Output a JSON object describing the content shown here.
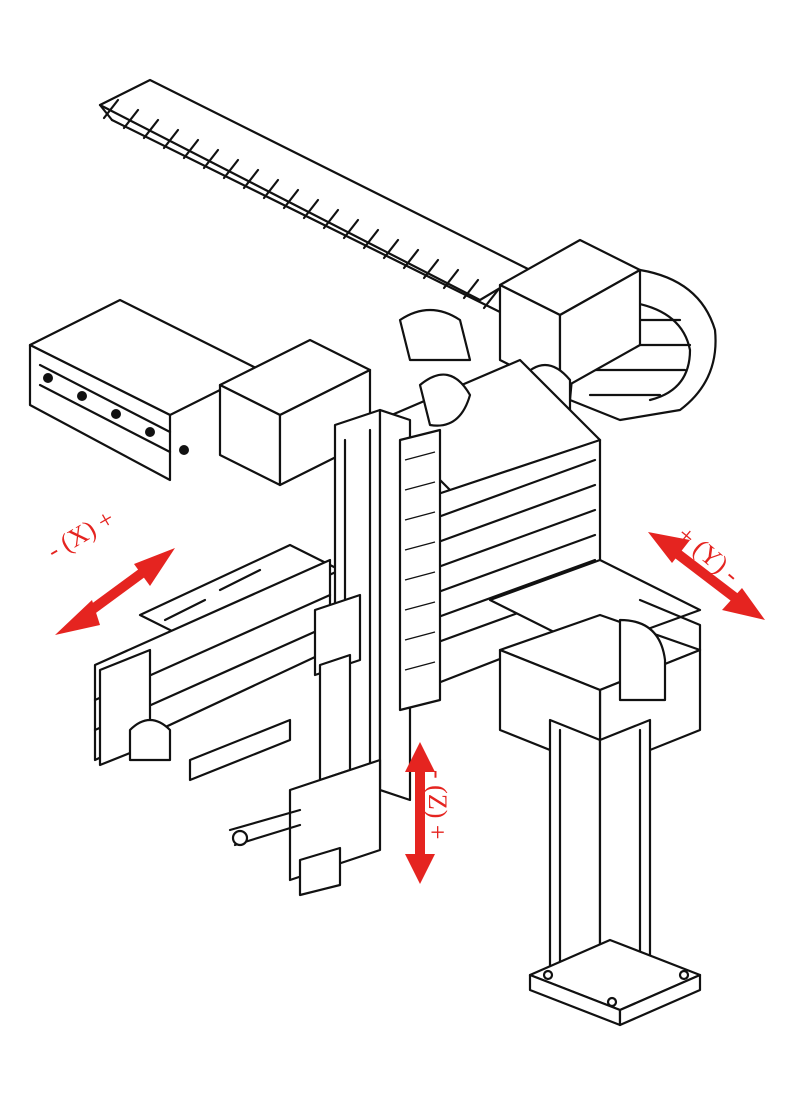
{
  "diagram": {
    "labels": {
      "x_axis": "- (X) +",
      "y_axis": "+ (Y) -",
      "z_axis": "- (Z) +"
    },
    "colors": {
      "arrow": "#e52420",
      "line": "#111111",
      "background": "#ffffff"
    },
    "arrows": [
      {
        "id": "x",
        "direction": "diagonal-left-right"
      },
      {
        "id": "y",
        "direction": "diagonal-right"
      },
      {
        "id": "z",
        "direction": "vertical"
      }
    ]
  }
}
